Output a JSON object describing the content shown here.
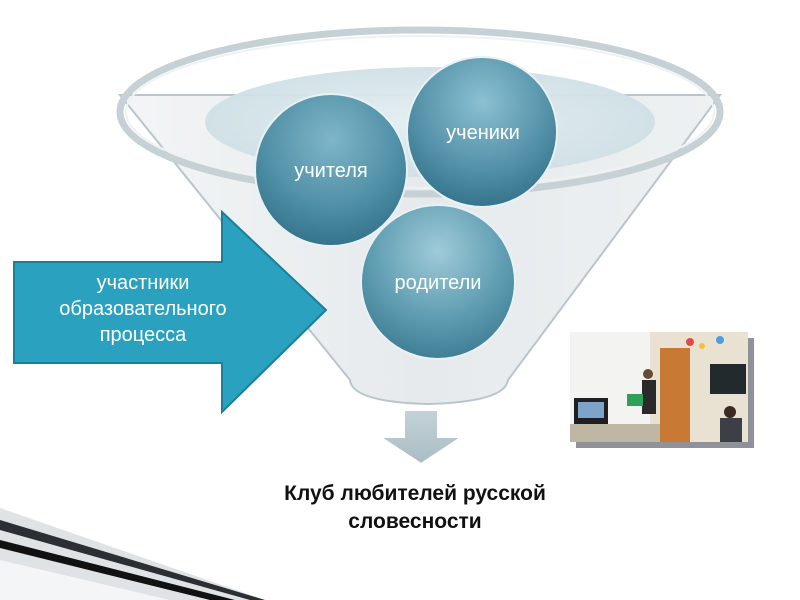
{
  "funnel": {
    "circles": [
      {
        "label": "учителя",
        "color": "#4f8fa6"
      },
      {
        "label": "ученики",
        "color": "#5391a8"
      },
      {
        "label": "родители",
        "color": "#5d9bb0"
      }
    ]
  },
  "input_arrow": {
    "lines": [
      "участники",
      "образовательного",
      "процесса"
    ],
    "color": "#2aa2bf"
  },
  "result": {
    "lines": [
      "Клуб любителей русской",
      "словесности"
    ]
  }
}
